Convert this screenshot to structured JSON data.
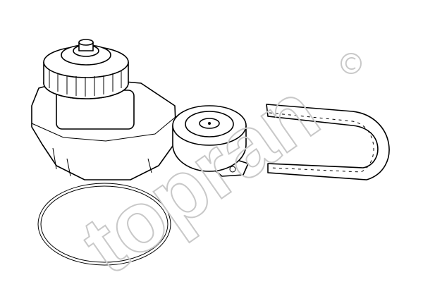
{
  "watermark": {
    "brand": "topran",
    "symbol": "©",
    "color": "#c8c8c8"
  },
  "parts": [
    "water-pump",
    "gasket-ring",
    "belt-tensioner",
    "timing-belt"
  ]
}
